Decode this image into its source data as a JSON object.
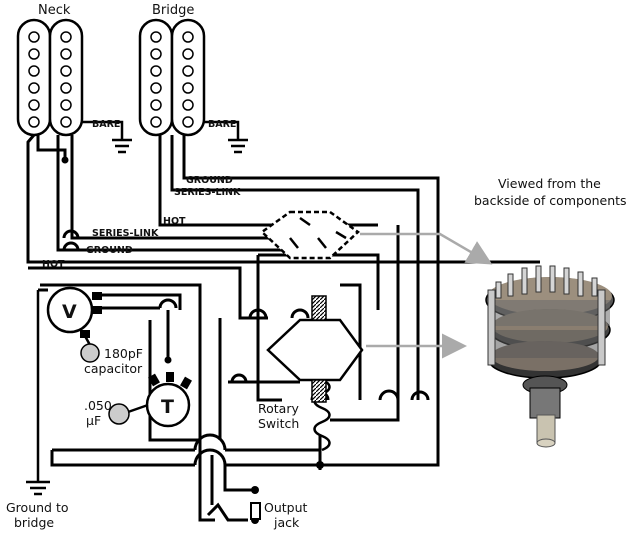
{
  "labels": {
    "neck": "Neck",
    "bridge": "Bridge",
    "bare_neck": "BARE",
    "bare_bridge": "BARE",
    "ground_top": "GROUND",
    "series_link_top": "SERIES-LINK",
    "hot_top": "HOT",
    "series_link_left": "SERIES-LINK",
    "ground_left": "GROUND",
    "hot_left": "HOT",
    "volume": "V",
    "tone": "T",
    "cap1_value": "180pF",
    "cap1_word": "capacitor",
    "cap2_value": ".050",
    "cap2_unit": "µF",
    "rotary_line1": "Rotary",
    "rotary_line2": "Switch",
    "ground_to_line1": "Ground to",
    "ground_to_line2": "bridge",
    "output_line1": "Output",
    "output_line2": "jack",
    "viewed_line1": "Viewed from the",
    "viewed_line2": "backside of components"
  },
  "colors": {
    "wire": "#000000",
    "pointer": "#aaaaaa",
    "capacitor": "#cccccc",
    "switch_photo_metal": "#8a8a8a"
  }
}
